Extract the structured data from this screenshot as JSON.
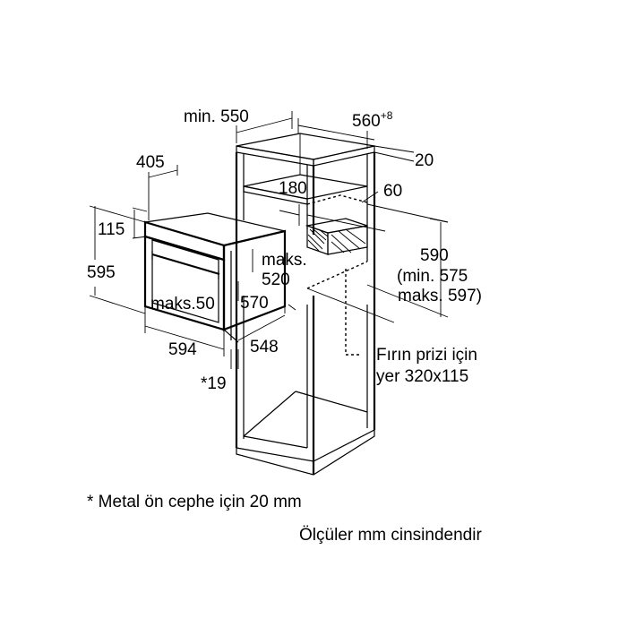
{
  "dimensions": {
    "min_depth": "min. 550",
    "cabinet_width": "560",
    "cabinet_width_tolerance": "+8",
    "top_gap": "20",
    "oven_depth_top": "405",
    "rear_gap": "180",
    "side_gap": "60",
    "panel_height": "115",
    "oven_height": "595",
    "max_label_1": "maks.",
    "depth_520": "520",
    "max_label_2": "maks.50",
    "depth_570": "570",
    "niche_height": "590",
    "niche_min": "(min. 575",
    "niche_max": "maks. 597)",
    "oven_width": "594",
    "inner_width": "548",
    "front_offset": "*19"
  },
  "notes": {
    "socket_line1": "Fırın prizi için",
    "socket_line2": "yer 320x115",
    "footnote": "* Metal ön cephe için 20 mm",
    "units": "Ölçüler mm cinsindendir"
  }
}
